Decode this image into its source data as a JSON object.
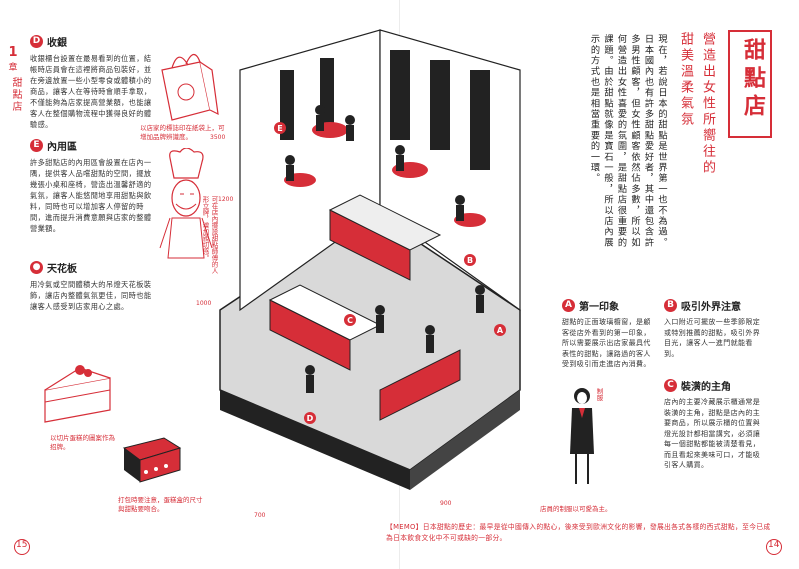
{
  "chapter": {
    "num": "1",
    "word": "章",
    "title": "甜點店"
  },
  "left": {
    "D": {
      "letter": "D",
      "title": "收銀",
      "body": "收銀櫃台設置在最易看到的位置，結帳時店員會在這裡將商品包裝好，並在旁邊放置一些小型零食或體積小的商品，讓客人在等待時會順手拿取，不僅能夠為店家提高營業額，也能讓客人在整個購物流程中獲得良好的體驗感。"
    },
    "E": {
      "letter": "E",
      "title": "內用區",
      "body": "許多甜點店的內用區會設置在店內一隅，提供客人品嚐甜點的空間，擺放幾張小桌和座椅，營造出溫馨舒適的氣氛，讓客人能悠閒地享用甜點與飲料，同時也可以增加客人停留的時間，進而提升消費意願與店家的整體營業額。"
    },
    "ceiling": {
      "title": "天花板",
      "body": "用冷氣或空間體積大的吊燈天花板裝飾，讓店內整體氣氛更佳，同時也能讓客人感受到店家用心之處。"
    }
  },
  "title": "甜點店",
  "subtitle": "營造出女性所嚮往的甜美溫柔氣氛",
  "intro": "現在，若說日本的甜點是世界第一也不為過。日本國內也有許多甜點愛好者，其中還包含許多男性顧客，但女性顧客依然佔多數，所以如何營造出女性喜愛的氛圍，是甜點店很重要的課題。由於甜點就像是寶石一般，所以店內展示的方式也是相當重要的一環。",
  "right": {
    "A": {
      "letter": "A",
      "title": "第一印象",
      "body": "甜點的正面玻璃櫥窗，是顧客從店外看到的第一印象，所以需要展示出店家最具代表性的甜點，讓路過的客人受到吸引而走進店內消費。"
    },
    "B": {
      "letter": "B",
      "title": "吸引外界注意",
      "body": "入口附近可擺放一些季節限定或特別推薦的甜點，吸引外界目光，讓客人一進門就能看到。"
    },
    "C": {
      "letter": "C",
      "title": "裝潢的主角",
      "body": "店內的主要冷藏展示櫃通常是裝潢的主角，甜點是店內的主要商品，所以展示櫃的位置與燈光設計都相當講究，必須讓每一個甜點都能被清楚看見，而且看起來美味可口，才能吸引客人購買。"
    }
  },
  "captions": {
    "bag": "以店家的標誌印在紙袋上，可增加品牌辨識度。",
    "chef": "可在店內擺設甜點師傅的人形立牌，增加親切感。",
    "cake": "以切片蛋糕的圖案作為招牌。",
    "box": "打包時要注意，蛋糕盒的尺寸與甜點要吻合。",
    "staff": "店員的制服以可愛為主。"
  },
  "staff_label": "制服",
  "memo": "【MEMO】日本甜點的歷史：最早是從中國傳入的點心，後來受到歐洲文化的影響，發展出各式各樣的西式甜點，至今已成為日本飲食文化中不可或缺的一部分。",
  "page_left": "15",
  "page_right": "14",
  "dims": {
    "d1": "3500",
    "d2": "1200",
    "d3": "1000",
    "d4": "900",
    "d5": "700"
  },
  "colors": {
    "accent": "#d62e38",
    "ink": "#222222"
  }
}
